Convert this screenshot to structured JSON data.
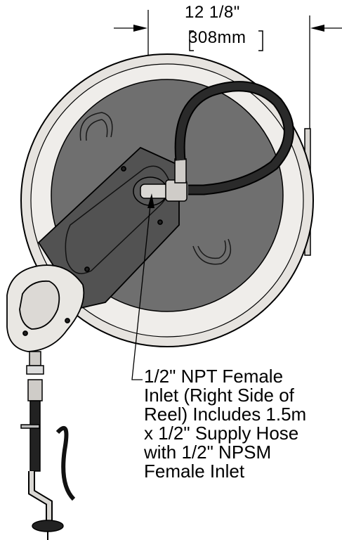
{
  "dimension": {
    "inches": "12 1/8\"",
    "millimeters": "308mm"
  },
  "callout": {
    "lines": [
      "1/2\" NPT Female",
      "Inlet (Right Side of",
      "Reel) Includes 1.5m",
      "x 1/2\" Supply Hose",
      "with 1/2\" NPSM",
      "Female Inlet"
    ]
  },
  "colors": {
    "reel_ring": "#e6e3df",
    "reel_disc": "#6f6f6f",
    "arm": "#525252",
    "hose": "#1e1e1e",
    "bracket": "#e2e0dc"
  }
}
